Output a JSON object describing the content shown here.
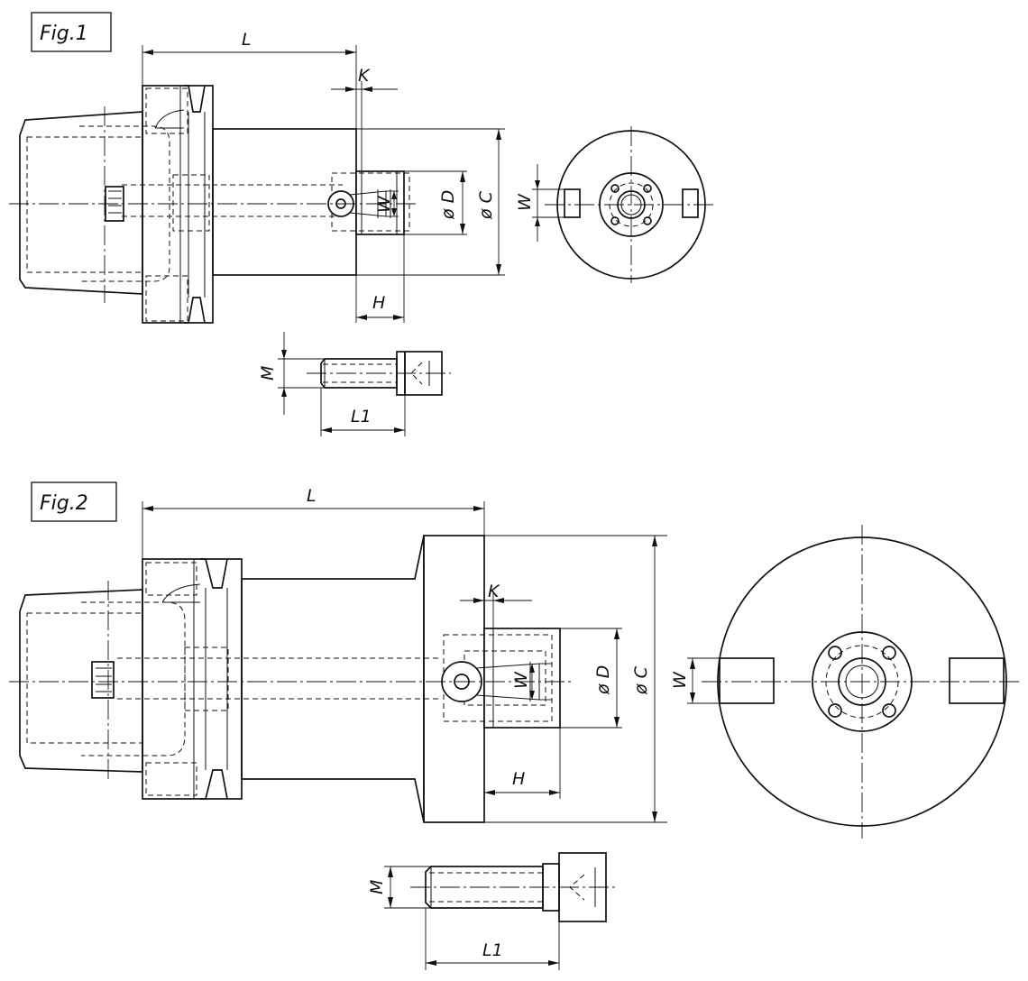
{
  "figures": [
    {
      "title": "Fig.1",
      "labels": {
        "L": "L",
        "K": "K",
        "D": "ø D",
        "C": "ø C",
        "W_side": "W",
        "W_end": "W",
        "H": "H",
        "M": "M",
        "L1": "L1"
      }
    },
    {
      "title": "Fig.2",
      "labels": {
        "L": "L",
        "K": "K",
        "D": "ø D",
        "C": "ø C",
        "W_side": "W",
        "W_end": "W",
        "H": "H",
        "M": "M",
        "L1": "L1"
      }
    }
  ]
}
